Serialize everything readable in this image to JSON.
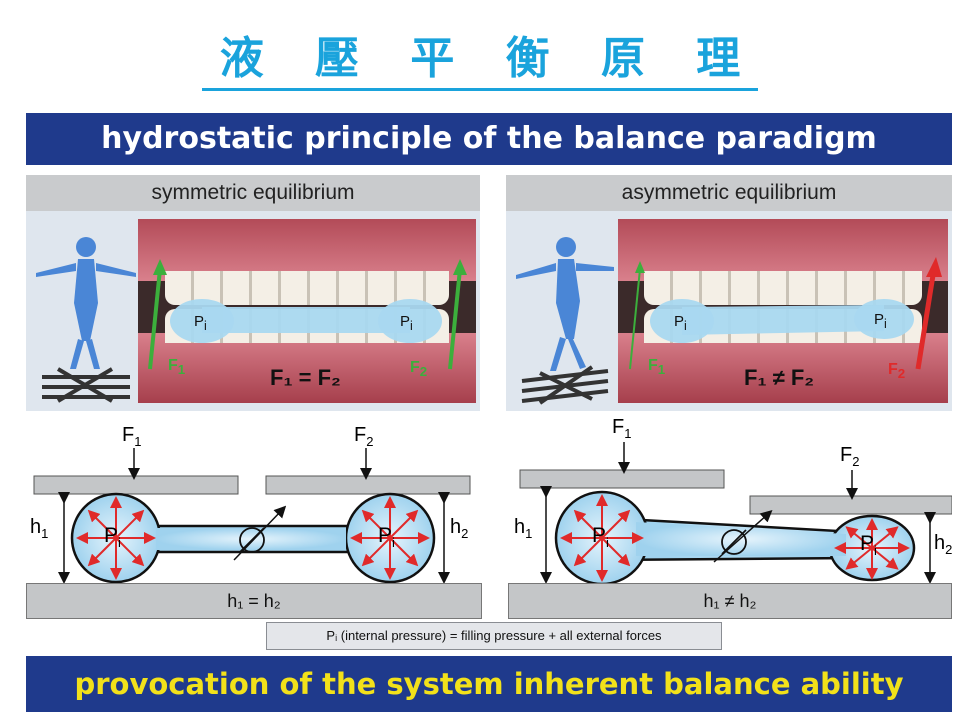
{
  "page_title": "液 壓 平 衡 原 理",
  "top_banner": "hydrostatic principle of the balance paradigm",
  "bottom_banner": "provocation of  the system inherent balance ability",
  "left_panel": {
    "heading": "symmetric equilibrium",
    "photo_equation": "F₁ = F₂",
    "base_equation": "h₁ = h₂"
  },
  "right_panel": {
    "heading": "asymmetric equilibrium",
    "photo_equation": "F₁ ≠ F₂",
    "base_equation": "h₁ ≠ h₂"
  },
  "labels": {
    "pi": "P",
    "pi_sub": "i",
    "f1": "F",
    "f1_sub": "1",
    "f2": "F",
    "f2_sub": "2",
    "h1": "h",
    "h1_sub": "1",
    "h2": "h",
    "h2_sub": "2"
  },
  "legend": "Pᵢ (internal pressure) = filling pressure + all external forces",
  "colors": {
    "title": "#1aa3dc",
    "banner_bg": "#1f3a8c",
    "bottom_text": "#f2e11a",
    "force_green": "#3caf3c",
    "force_red": "#e02a2a",
    "cushion": "#a9d8f0"
  }
}
